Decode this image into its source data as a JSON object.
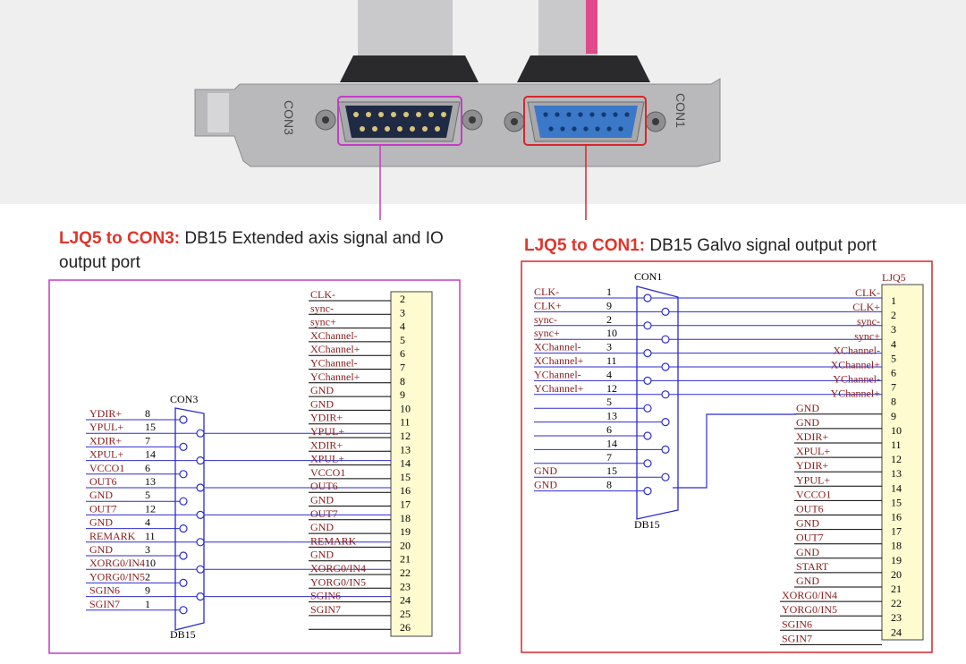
{
  "captions": {
    "left_prefix": "LJQ5 to CON3:",
    "left_text": "DB15 Extended axis signal and IO output port",
    "right_prefix": "LJQ5 to CON1:",
    "right_text": "DB15 Galvo signal output port"
  },
  "photo": {
    "con3_silk": "CON3",
    "con1_silk": "CON1",
    "con3_highlight_color": "#c43cc4",
    "con1_highlight_color": "#d9262a"
  },
  "con3": {
    "box_color": "#c43cc4",
    "connector_label": "CON3",
    "connector_type": "DB15",
    "pins": [
      {
        "signal": "YDIR+",
        "pin": "8"
      },
      {
        "signal": "YPUL+",
        "pin": "15"
      },
      {
        "signal": "XDIR+",
        "pin": "7"
      },
      {
        "signal": "XPUL+",
        "pin": "14"
      },
      {
        "signal": "VCCO1",
        "pin": "6"
      },
      {
        "signal": "OUT6",
        "pin": "13"
      },
      {
        "signal": "GND",
        "pin": "5"
      },
      {
        "signal": "OUT7",
        "pin": "12"
      },
      {
        "signal": "GND",
        "pin": "4"
      },
      {
        "signal": "REMARK",
        "pin": "11"
      },
      {
        "signal": "GND",
        "pin": "3"
      },
      {
        "signal": "XORG0/IN4",
        "pin": "10"
      },
      {
        "signal": "YORG0/IN5",
        "pin": "2"
      },
      {
        "signal": "SGIN6",
        "pin": "9"
      },
      {
        "signal": "SGIN7",
        "pin": "1"
      }
    ],
    "header": [
      {
        "net": "CLK-",
        "pin": "2"
      },
      {
        "net": "sync-",
        "pin": "3"
      },
      {
        "net": "sync+",
        "pin": "4"
      },
      {
        "net": "XChannel-",
        "pin": "5"
      },
      {
        "net": "XChannel+",
        "pin": "6"
      },
      {
        "net": "YChannel-",
        "pin": "7"
      },
      {
        "net": "YChannel+",
        "pin": "8"
      },
      {
        "net": "GND",
        "pin": "9"
      },
      {
        "net": "GND",
        "pin": "10"
      },
      {
        "net": "YDIR+",
        "pin": "11"
      },
      {
        "net": "YPUL+",
        "pin": "12"
      },
      {
        "net": "XDIR+",
        "pin": "13"
      },
      {
        "net": "XPUL+",
        "pin": "14"
      },
      {
        "net": "VCCO1",
        "pin": "15"
      },
      {
        "net": "OUT6",
        "pin": "16"
      },
      {
        "net": "GND",
        "pin": "17"
      },
      {
        "net": "OUT7",
        "pin": "18"
      },
      {
        "net": "GND",
        "pin": "19"
      },
      {
        "net": "REMARK",
        "pin": "20"
      },
      {
        "net": "GND",
        "pin": "21"
      },
      {
        "net": "XORG0/IN4",
        "pin": "22"
      },
      {
        "net": "YORG0/IN5",
        "pin": "23"
      },
      {
        "net": "SGIN6",
        "pin": "24"
      },
      {
        "net": "SGIN7",
        "pin": "25"
      },
      {
        "net": "",
        "pin": "26"
      }
    ]
  },
  "con1": {
    "box_color": "#d9262a",
    "connector_label": "CON1",
    "connector_type": "DB15",
    "header_label": "LJQ5",
    "pins": [
      {
        "signal": "CLK-",
        "pin": "1"
      },
      {
        "signal": "CLK+",
        "pin": "9"
      },
      {
        "signal": "sync-",
        "pin": "2"
      },
      {
        "signal": "sync+",
        "pin": "10"
      },
      {
        "signal": "XChannel-",
        "pin": "3"
      },
      {
        "signal": "XChannel+",
        "pin": "11"
      },
      {
        "signal": "YChannel-",
        "pin": "4"
      },
      {
        "signal": "YChannel+",
        "pin": "12"
      },
      {
        "signal": "",
        "pin": "5"
      },
      {
        "signal": "",
        "pin": "13"
      },
      {
        "signal": "",
        "pin": "6"
      },
      {
        "signal": "",
        "pin": "14"
      },
      {
        "signal": "",
        "pin": "7"
      },
      {
        "signal": "GND",
        "pin": "15"
      },
      {
        "signal": "GND",
        "pin": "8"
      }
    ],
    "header": [
      {
        "net": "CLK-",
        "pin": "1"
      },
      {
        "net": "CLK+",
        "pin": "2"
      },
      {
        "net": "sync-",
        "pin": "3"
      },
      {
        "net": "sync+",
        "pin": "4"
      },
      {
        "net": "XChannel-",
        "pin": "5"
      },
      {
        "net": "XChannel+",
        "pin": "6"
      },
      {
        "net": "YChannel-",
        "pin": "7"
      },
      {
        "net": "YChannel+",
        "pin": "8"
      },
      {
        "net": "GND",
        "pin": "9"
      },
      {
        "net": "GND",
        "pin": "10"
      },
      {
        "net": "XDIR+",
        "pin": "11"
      },
      {
        "net": "XPUL+",
        "pin": "12"
      },
      {
        "net": "YDIR+",
        "pin": "13"
      },
      {
        "net": "YPUL+",
        "pin": "14"
      },
      {
        "net": "VCCO1",
        "pin": "15"
      },
      {
        "net": "OUT6",
        "pin": "16"
      },
      {
        "net": "GND",
        "pin": "17"
      },
      {
        "net": "OUT7",
        "pin": "18"
      },
      {
        "net": "GND",
        "pin": "19"
      },
      {
        "net": "START",
        "pin": "20"
      },
      {
        "net": "GND",
        "pin": "21"
      },
      {
        "net": "XORG0/IN4",
        "pin": "22"
      },
      {
        "net": "YORG0/IN5",
        "pin": "23"
      },
      {
        "net": "SGIN6",
        "pin": "24"
      },
      {
        "net": "SGIN7",
        "pin": ""
      }
    ]
  }
}
